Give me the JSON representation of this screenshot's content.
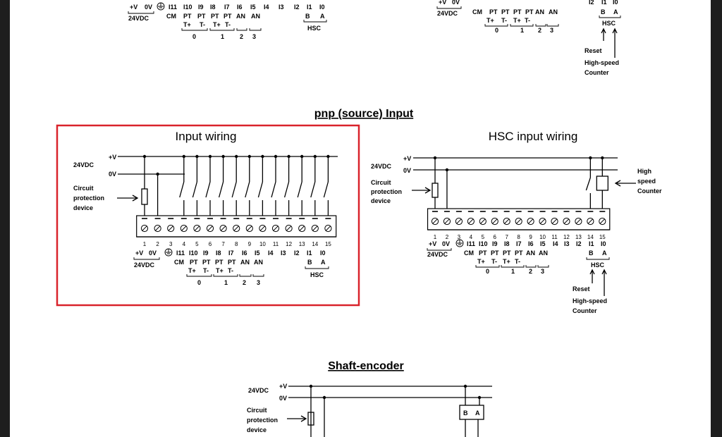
{
  "headings": {
    "pnp": "pnp (source) Input",
    "shaft": "Shaft-encoder"
  },
  "titles": {
    "input_wiring": "Input wiring",
    "hsc_input_wiring": "HSC input wiring"
  },
  "labels": {
    "plus_v": "+V",
    "zero_v": "0V",
    "vdc": "24VDC",
    "circuit": "Circuit",
    "protection": "protection",
    "device": "device",
    "high": "High",
    "speed": "speed",
    "counter": "Counter",
    "reset": "Reset",
    "high_speed": "High-speed",
    "counter_cap": "Counter",
    "hsc": "HSC",
    "b": "B",
    "a": "A",
    "cm": "CM",
    "t_plus": "T+",
    "t_minus": "T-",
    "g0": "0",
    "g1": "1",
    "g2": "2",
    "g3": "3"
  },
  "terminals": {
    "numbers": [
      "1",
      "2",
      "3",
      "4",
      "5",
      "6",
      "7",
      "8",
      "9",
      "10",
      "11",
      "12",
      "13",
      "14",
      "15"
    ],
    "names": [
      "+V",
      "0V",
      "",
      "I11",
      "I10",
      "I9",
      "I8",
      "I7",
      "I6",
      "I5",
      "I4",
      "I3",
      "I2",
      "I1",
      "I0"
    ],
    "row2": [
      "",
      "",
      "",
      "CM",
      "PT",
      "PT",
      "PT",
      "PT",
      "AN",
      "AN",
      "",
      "",
      "",
      "B",
      "A"
    ]
  },
  "highlight_color": "#d9232b"
}
